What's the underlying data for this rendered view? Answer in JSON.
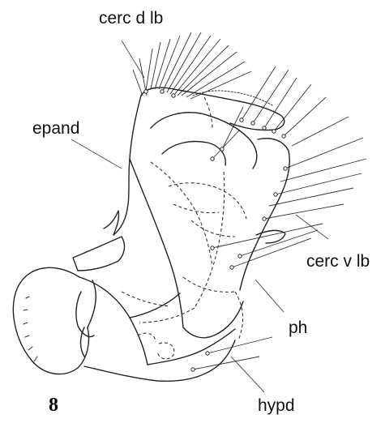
{
  "labels": {
    "cerc_d_lb": "cerc d lb",
    "epand": "epand",
    "cerc_v_lb": "cerc v lb",
    "ph": "ph",
    "hypd": "hypd"
  },
  "figure_number": "8"
}
